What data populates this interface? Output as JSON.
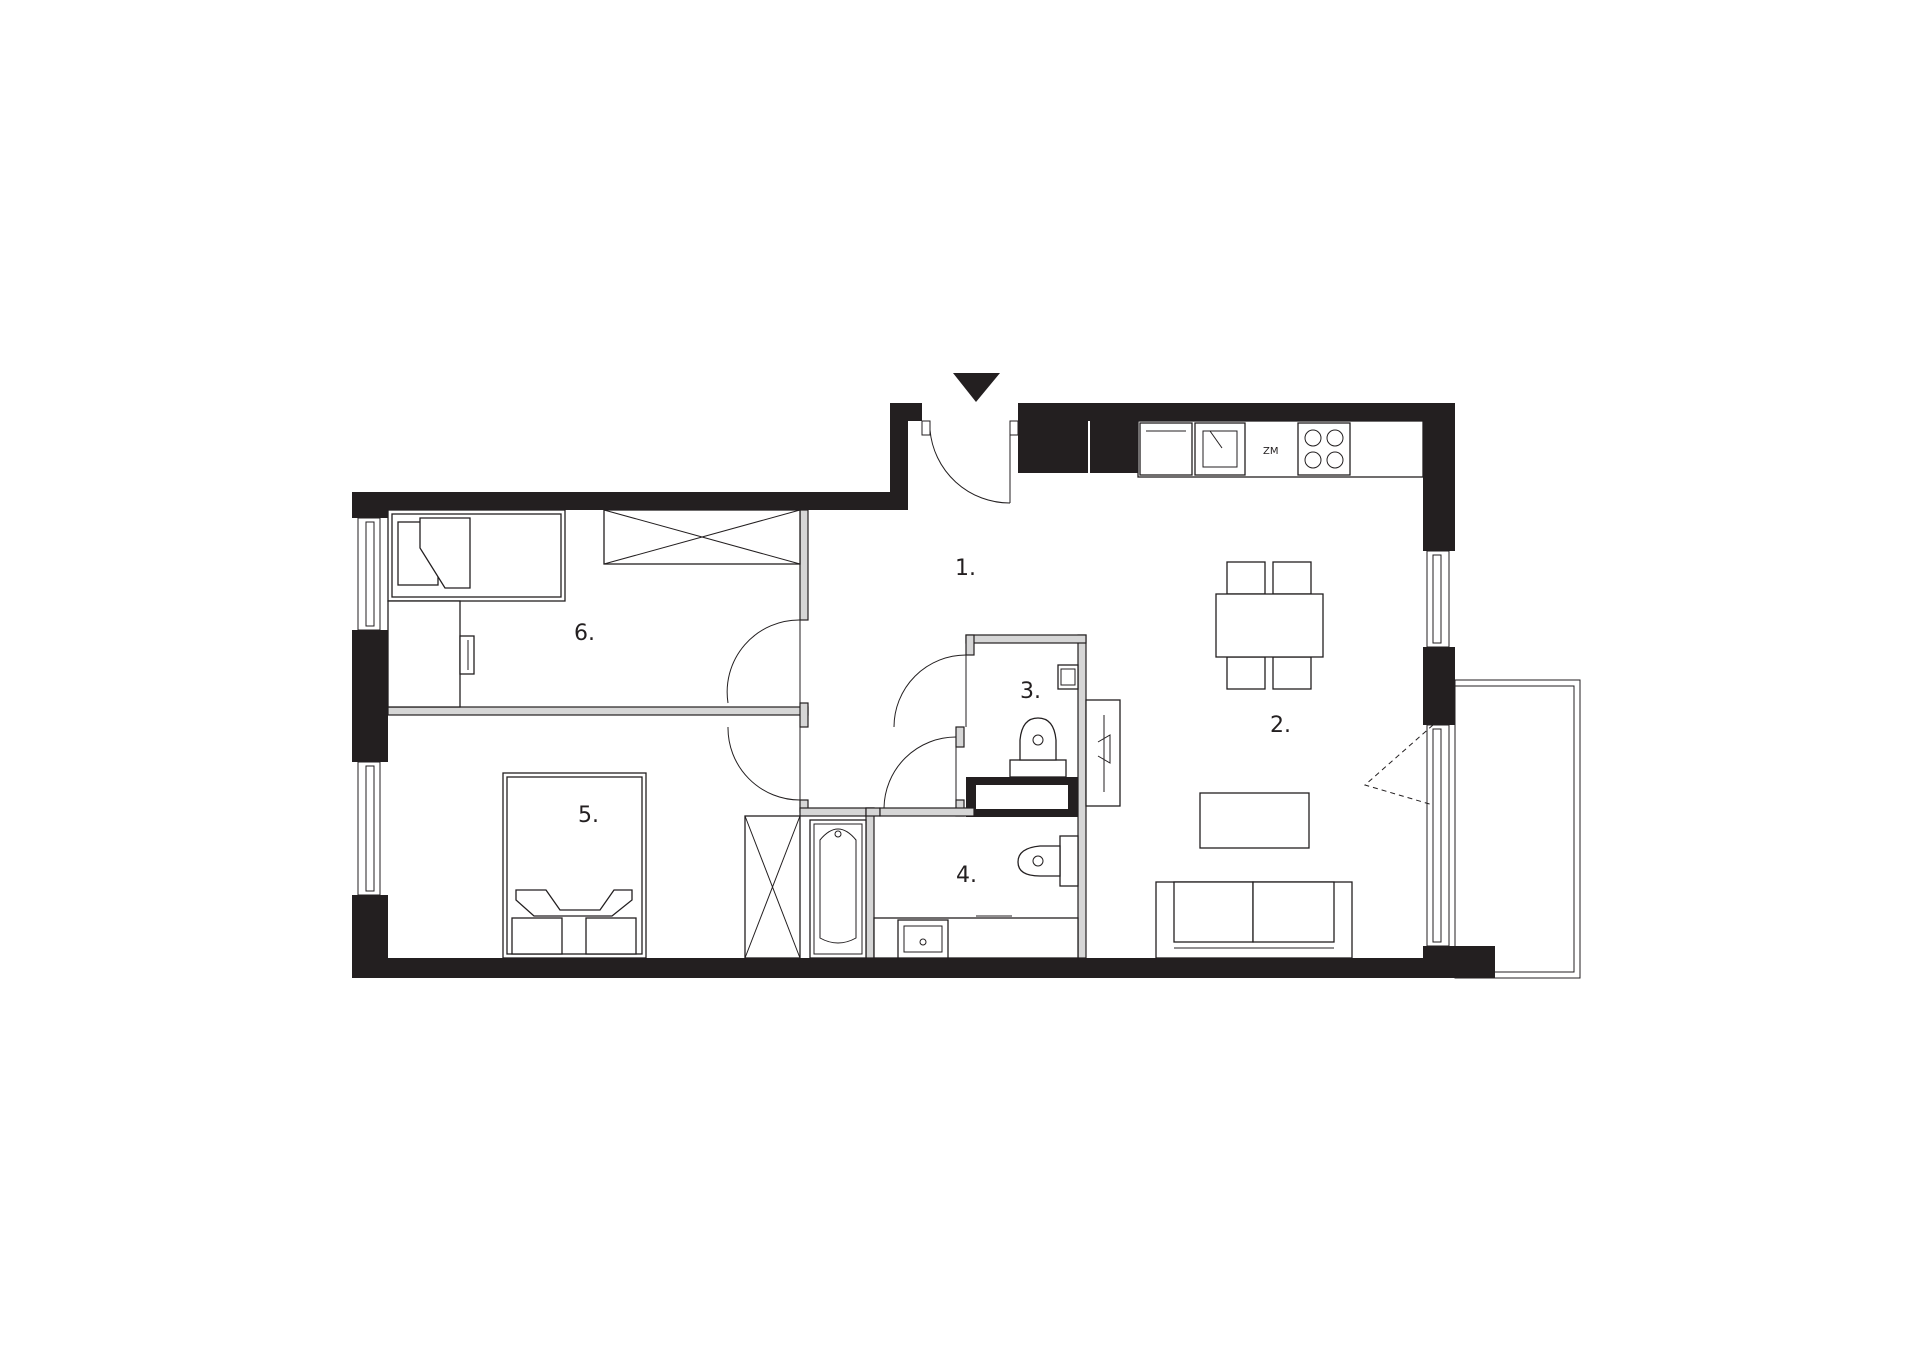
{
  "rooms": [
    {
      "label": "1."
    },
    {
      "label": "2."
    },
    {
      "label": "3."
    },
    {
      "label": "4."
    },
    {
      "label": "5."
    },
    {
      "label": "6."
    }
  ],
  "kitchen": {
    "appliance_label": "ZM"
  },
  "icons": {
    "entrance": "entrance-arrow-icon"
  },
  "colors": {
    "wall": "#231f20",
    "partition": "#d6d6d6",
    "background": "#ffffff"
  }
}
